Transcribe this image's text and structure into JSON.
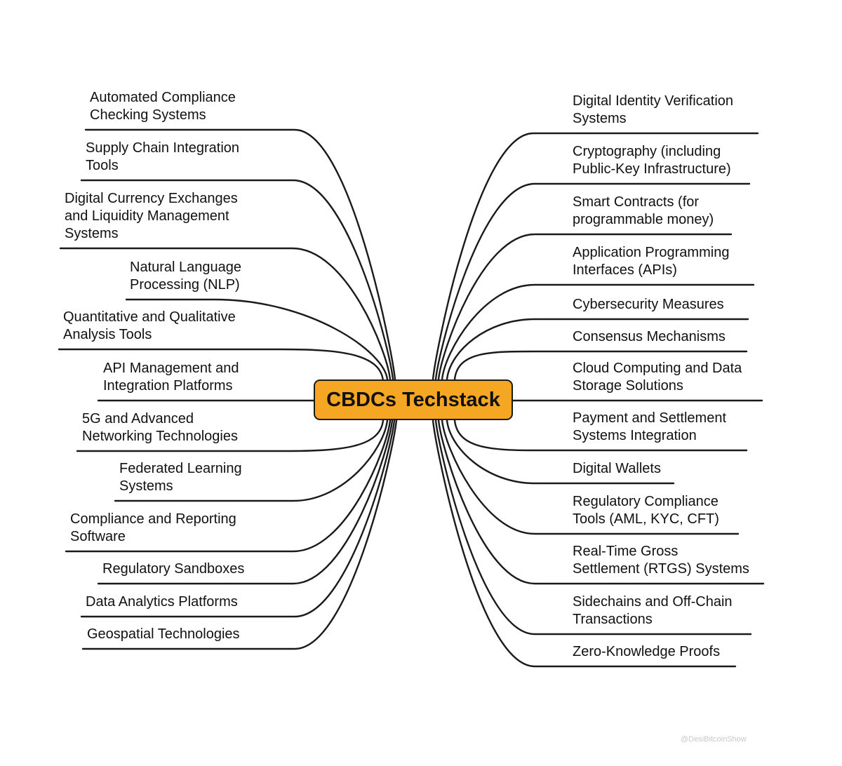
{
  "center": {
    "label": "CBDCs Techstack"
  },
  "left_branches": [
    {
      "lines": [
        "Automated Compliance",
        "Checking Systems"
      ]
    },
    {
      "lines": [
        "Supply Chain Integration",
        "Tools"
      ]
    },
    {
      "lines": [
        "Digital Currency Exchanges",
        "and Liquidity Management",
        "Systems"
      ]
    },
    {
      "lines": [
        "Natural Language",
        "Processing (NLP)"
      ]
    },
    {
      "lines": [
        "Quantitative and Qualitative",
        "Analysis Tools"
      ]
    },
    {
      "lines": [
        "API Management and",
        "Integration Platforms"
      ]
    },
    {
      "lines": [
        "5G and Advanced",
        "Networking Technologies"
      ]
    },
    {
      "lines": [
        "Federated Learning",
        "Systems"
      ]
    },
    {
      "lines": [
        "Compliance and Reporting",
        "Software"
      ]
    },
    {
      "lines": [
        "Regulatory Sandboxes"
      ]
    },
    {
      "lines": [
        "Data Analytics Platforms"
      ]
    },
    {
      "lines": [
        "Geospatial Technologies"
      ]
    }
  ],
  "right_branches": [
    {
      "lines": [
        "Digital Identity Verification",
        "Systems"
      ]
    },
    {
      "lines": [
        "Cryptography (including",
        "Public-Key Infrastructure)"
      ]
    },
    {
      "lines": [
        "Smart Contracts (for",
        "programmable money)"
      ]
    },
    {
      "lines": [
        "Application Programming",
        "Interfaces (APIs)"
      ]
    },
    {
      "lines": [
        "Cybersecurity Measures"
      ]
    },
    {
      "lines": [
        "Consensus Mechanisms"
      ]
    },
    {
      "lines": [
        "Cloud Computing and Data",
        "Storage Solutions"
      ]
    },
    {
      "lines": [
        "Payment and Settlement",
        "Systems Integration"
      ]
    },
    {
      "lines": [
        "Digital Wallets"
      ]
    },
    {
      "lines": [
        "Regulatory Compliance",
        "Tools (AML, KYC, CFT)"
      ]
    },
    {
      "lines": [
        "Real-Time Gross",
        "Settlement (RTGS) Systems"
      ]
    },
    {
      "lines": [
        "Sidechains and Off-Chain",
        "Transactions"
      ]
    },
    {
      "lines": [
        "Zero-Knowledge Proofs"
      ]
    }
  ],
  "watermark": "@DesiBitcoinShow",
  "colors": {
    "center_fill": "#f5a623",
    "stroke": "#1a1a1a",
    "text": "#111111"
  }
}
